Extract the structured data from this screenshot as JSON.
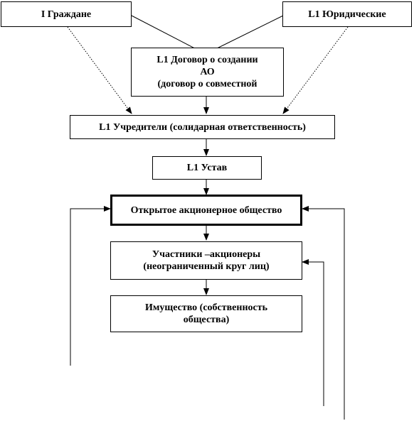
{
  "diagram": {
    "nodes": {
      "citizens": {
        "lines": [
          "I      Граждане"
        ]
      },
      "legal": {
        "lines": [
          "L1      Юридические"
        ]
      },
      "contract": {
        "lines": [
          "L1      Договор о создании",
          "АО",
          "(договор о совместной"
        ]
      },
      "founders": {
        "lines": [
          "L1      Учредители (солидарная ответственность)"
        ]
      },
      "charter": {
        "lines": [
          "L1      Устав"
        ]
      },
      "company": {
        "lines": [
          "Открытое акционерное общество"
        ]
      },
      "shareholders": {
        "lines": [
          "Участники –акционеры",
          "(неограниченный круг лиц)"
        ]
      },
      "property": {
        "lines": [
          "Имущество  (собственность",
          "общества)"
        ]
      }
    },
    "edges": [
      {
        "from": "citizens",
        "to": "contract",
        "style": "solid"
      },
      {
        "from": "legal",
        "to": "contract",
        "style": "solid"
      },
      {
        "from": "citizens",
        "to": "founders",
        "style": "dotted"
      },
      {
        "from": "legal",
        "to": "founders",
        "style": "dotted"
      },
      {
        "from": "contract",
        "to": "founders",
        "style": "solid"
      },
      {
        "from": "founders",
        "to": "charter",
        "style": "solid"
      },
      {
        "from": "charter",
        "to": "company",
        "style": "solid"
      },
      {
        "from": "company",
        "to": "shareholders",
        "style": "solid"
      },
      {
        "from": "shareholders",
        "to": "property",
        "style": "solid"
      },
      {
        "from": "outside-left",
        "to": "company",
        "style": "solid"
      },
      {
        "from": "outside-right",
        "to": "company",
        "style": "solid"
      },
      {
        "from": "outside-right-inner",
        "to": "shareholders",
        "style": "solid"
      }
    ]
  }
}
